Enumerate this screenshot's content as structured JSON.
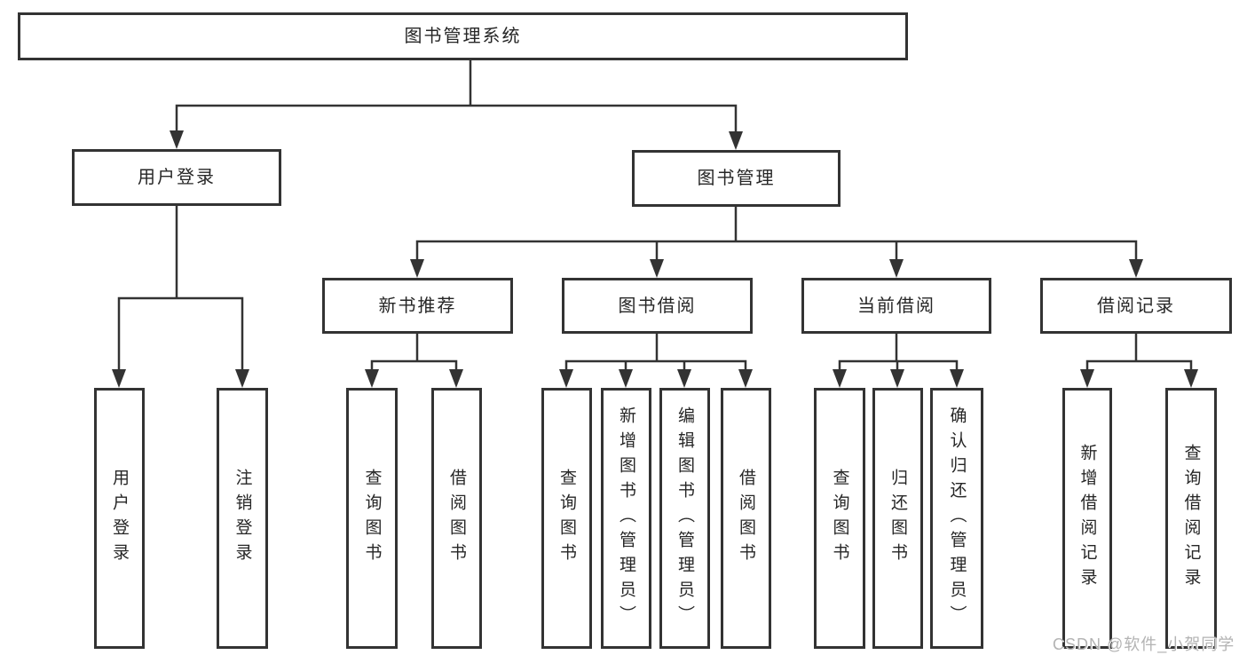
{
  "diagram": {
    "root": {
      "label": "图书管理系统"
    },
    "branches": [
      {
        "label": "用户登录",
        "children": [
          {
            "label": "用户登录"
          },
          {
            "label": "注销登录"
          }
        ]
      },
      {
        "label": "图书管理",
        "children": [
          {
            "label": "新书推荐",
            "children": [
              {
                "label": "查询图书"
              },
              {
                "label": "借阅图书"
              }
            ]
          },
          {
            "label": "图书借阅",
            "children": [
              {
                "label": "查询图书"
              },
              {
                "label": "新增图书（管理员）"
              },
              {
                "label": "编辑图书（管理员）"
              },
              {
                "label": "借阅图书"
              }
            ]
          },
          {
            "label": "当前借阅",
            "children": [
              {
                "label": "查询图书"
              },
              {
                "label": "归还图书"
              },
              {
                "label": "确认归还（管理员）"
              }
            ]
          },
          {
            "label": "借阅记录",
            "children": [
              {
                "label": "新增借阅记录"
              },
              {
                "label": "查询借阅记录"
              }
            ]
          }
        ]
      }
    ]
  },
  "watermark": {
    "text": "CSDN @软件_小贺同学"
  },
  "colors": {
    "line": "#333333",
    "text": "#262626",
    "background": "#ffffff",
    "watermark": "#b3b3b3"
  }
}
